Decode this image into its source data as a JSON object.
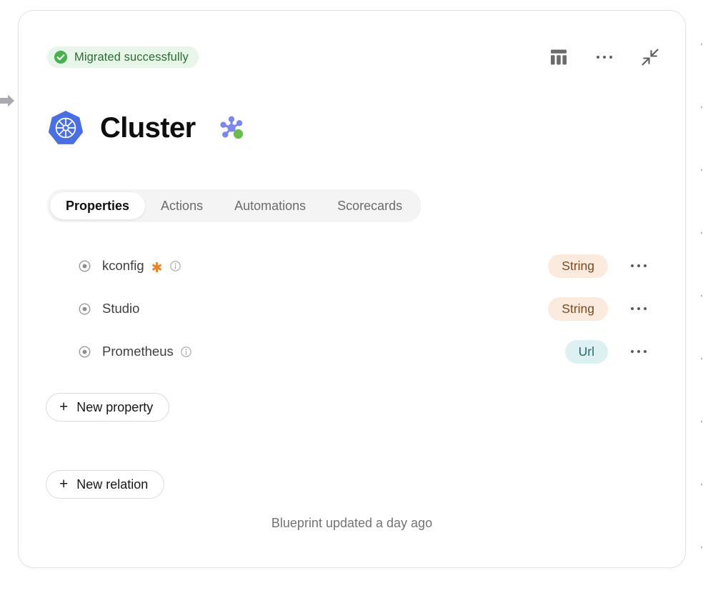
{
  "canvas": {
    "left_arrow_icon": "arrow-right-icon"
  },
  "card": {
    "status": {
      "label": "Migrated successfully",
      "icon": "check-circle-icon",
      "bg_color": "#e7f6e9",
      "text_color": "#2d6b34",
      "icon_color": "#4caf50"
    },
    "header_actions": [
      {
        "name": "table-view-icon",
        "label": "Table view"
      },
      {
        "name": "more-options-icon",
        "label": "More options"
      },
      {
        "name": "collapse-icon",
        "label": "Collapse"
      }
    ],
    "title": {
      "text": "Cluster",
      "logo_icon": "kubernetes-icon",
      "logo_color": "#4a6fe0",
      "badge_icon": "molecule-icon",
      "badge_color": "#7b86f0",
      "badge_accent_color": "#6abd4d"
    },
    "tabs": [
      {
        "label": "Properties",
        "active": true
      },
      {
        "label": "Actions",
        "active": false
      },
      {
        "label": "Automations",
        "active": false
      },
      {
        "label": "Scorecards",
        "active": false
      }
    ],
    "properties": [
      {
        "name": "kconfig",
        "required": true,
        "has_info": true,
        "type": "String",
        "type_class": "string"
      },
      {
        "name": "Studio",
        "required": false,
        "has_info": false,
        "type": "String",
        "type_class": "string"
      },
      {
        "name": "Prometheus",
        "required": false,
        "has_info": true,
        "type": "Url",
        "type_class": "url"
      }
    ],
    "buttons": {
      "new_property": "New property",
      "new_relation": "New relation",
      "plus": "+"
    },
    "footer": {
      "text": "Blueprint updated a day ago"
    }
  }
}
